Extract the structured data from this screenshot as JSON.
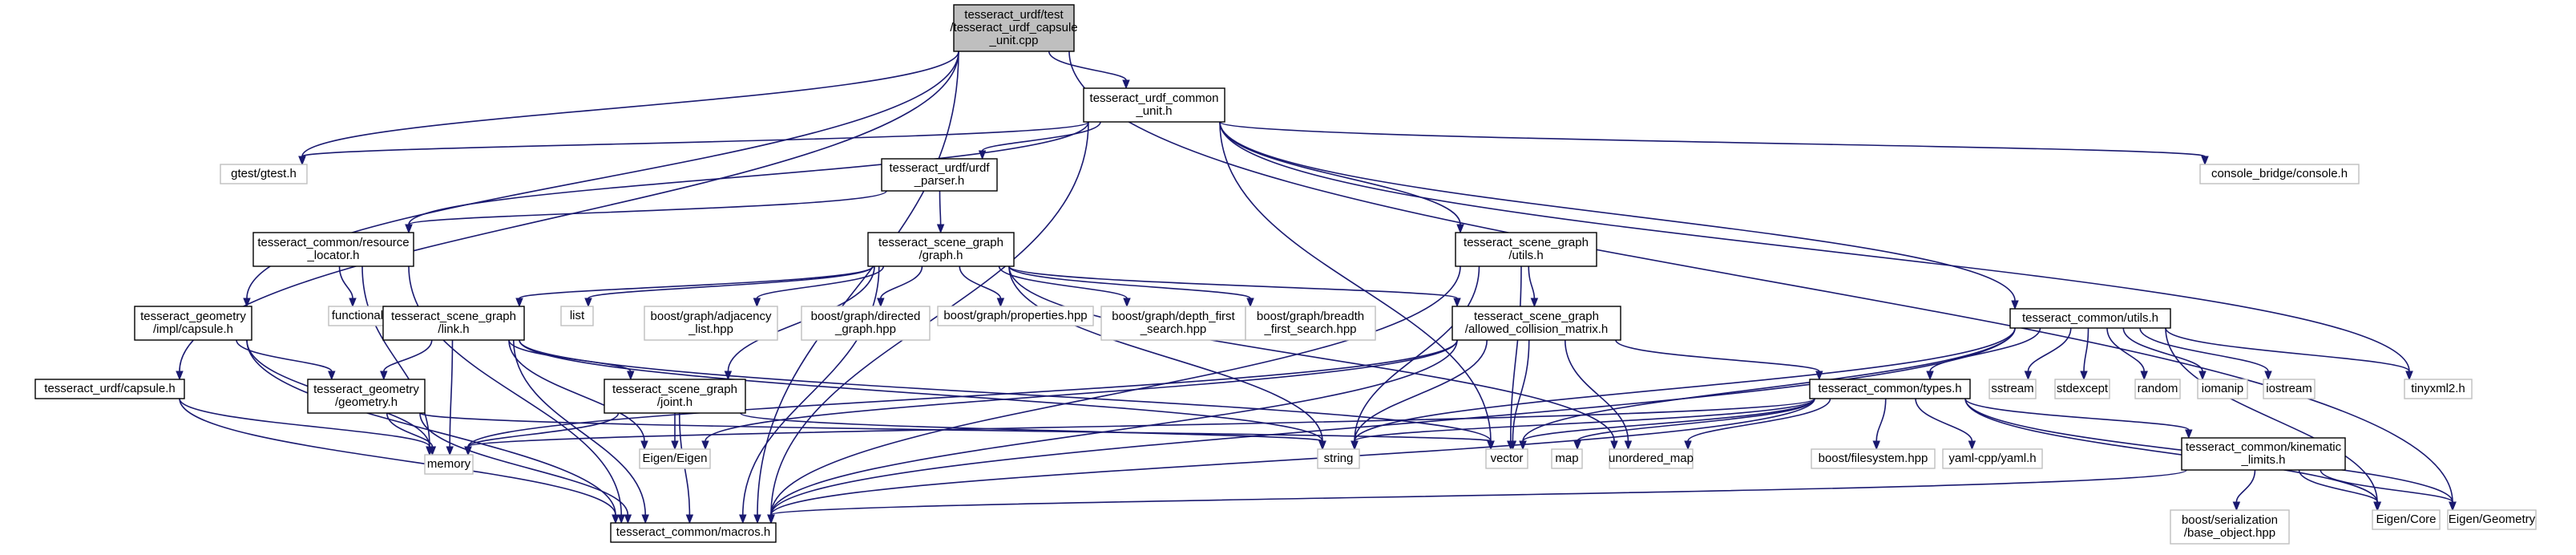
{
  "colors": {
    "edge": "#191970",
    "root_fill": "#bfbfbf",
    "root_stroke": "#000000",
    "node_fill": "#ffffff",
    "node_stroke": "#000000",
    "external_stroke": "#bfbfbf"
  },
  "nodes": [
    {
      "id": "root",
      "kind": "root",
      "lines": [
        "tesseract_urdf/test",
        "/tesseract_urdf_capsule",
        "_unit.cpp"
      ]
    },
    {
      "id": "common_unit",
      "kind": "file",
      "lines": [
        "tesseract_urdf_common",
        "_unit.h"
      ]
    },
    {
      "id": "gtest",
      "kind": "external",
      "lines": [
        "gtest/gtest.h"
      ]
    },
    {
      "id": "console_bridge",
      "kind": "external",
      "lines": [
        "console_bridge/console.h"
      ]
    },
    {
      "id": "urdf_parser",
      "kind": "file",
      "lines": [
        "tesseract_urdf/urdf",
        "_parser.h"
      ]
    },
    {
      "id": "resource_locator",
      "kind": "file",
      "lines": [
        "tesseract_common/resource",
        "_locator.h"
      ]
    },
    {
      "id": "graph",
      "kind": "file",
      "lines": [
        "tesseract_scene_graph",
        "/graph.h"
      ]
    },
    {
      "id": "sg_utils",
      "kind": "file",
      "lines": [
        "tesseract_scene_graph",
        "/utils.h"
      ]
    },
    {
      "id": "functional",
      "kind": "external",
      "lines": [
        "functional"
      ]
    },
    {
      "id": "geom_capsule_impl",
      "kind": "file",
      "lines": [
        "tesseract_geometry",
        "/impl/capsule.h"
      ]
    },
    {
      "id": "link",
      "kind": "file",
      "lines": [
        "tesseract_scene_graph",
        "/link.h"
      ]
    },
    {
      "id": "list",
      "kind": "external",
      "lines": [
        "list"
      ]
    },
    {
      "id": "adjacency_list",
      "kind": "external",
      "lines": [
        "boost/graph/adjacency",
        "_list.hpp"
      ]
    },
    {
      "id": "directed_graph",
      "kind": "external",
      "lines": [
        "boost/graph/directed",
        "_graph.hpp"
      ]
    },
    {
      "id": "properties",
      "kind": "external",
      "lines": [
        "boost/graph/properties.hpp"
      ]
    },
    {
      "id": "dfs",
      "kind": "external",
      "lines": [
        "boost/graph/depth_first",
        "_search.hpp"
      ]
    },
    {
      "id": "bfs",
      "kind": "external",
      "lines": [
        "boost/graph/breadth",
        "_first_search.hpp"
      ]
    },
    {
      "id": "acm",
      "kind": "file",
      "lines": [
        "tesseract_scene_graph",
        "/allowed_collision_matrix.h"
      ]
    },
    {
      "id": "common_utils",
      "kind": "file",
      "lines": [
        "tesseract_common/utils.h"
      ]
    },
    {
      "id": "urdf_capsule",
      "kind": "file",
      "lines": [
        "tesseract_urdf/capsule.h"
      ]
    },
    {
      "id": "geometry",
      "kind": "file",
      "lines": [
        "tesseract_geometry",
        "/geometry.h"
      ]
    },
    {
      "id": "joint",
      "kind": "file",
      "lines": [
        "tesseract_scene_graph",
        "/joint.h"
      ]
    },
    {
      "id": "types",
      "kind": "file",
      "lines": [
        "tesseract_common/types.h"
      ]
    },
    {
      "id": "sstream",
      "kind": "external",
      "lines": [
        "sstream"
      ]
    },
    {
      "id": "stdexcept",
      "kind": "external",
      "lines": [
        "stdexcept"
      ]
    },
    {
      "id": "random",
      "kind": "external",
      "lines": [
        "random"
      ]
    },
    {
      "id": "iomanip",
      "kind": "external",
      "lines": [
        "iomanip"
      ]
    },
    {
      "id": "iostream",
      "kind": "external",
      "lines": [
        "iostream"
      ]
    },
    {
      "id": "tinyxml2",
      "kind": "external",
      "lines": [
        "tinyxml2.h"
      ]
    },
    {
      "id": "memory",
      "kind": "external",
      "lines": [
        "memory"
      ]
    },
    {
      "id": "eigen",
      "kind": "external",
      "lines": [
        "Eigen/Eigen"
      ]
    },
    {
      "id": "string",
      "kind": "external",
      "lines": [
        "string"
      ]
    },
    {
      "id": "vector",
      "kind": "external",
      "lines": [
        "vector"
      ]
    },
    {
      "id": "map",
      "kind": "external",
      "lines": [
        "map"
      ]
    },
    {
      "id": "unordered_map",
      "kind": "external",
      "lines": [
        "unordered_map"
      ]
    },
    {
      "id": "filesystem",
      "kind": "external",
      "lines": [
        "boost/filesystem.hpp"
      ]
    },
    {
      "id": "yaml",
      "kind": "external",
      "lines": [
        "yaml-cpp/yaml.h"
      ]
    },
    {
      "id": "kinematic_limits",
      "kind": "file",
      "lines": [
        "tesseract_common/kinematic",
        "_limits.h"
      ]
    },
    {
      "id": "macros",
      "kind": "file",
      "lines": [
        "tesseract_common/macros.h"
      ]
    },
    {
      "id": "base_object",
      "kind": "external",
      "lines": [
        "boost/serialization",
        "/base_object.hpp"
      ]
    },
    {
      "id": "eigen_core",
      "kind": "external",
      "lines": [
        "Eigen/Core"
      ]
    },
    {
      "id": "eigen_geometry",
      "kind": "external",
      "lines": [
        "Eigen/Geometry"
      ]
    }
  ],
  "edges": [
    [
      "root",
      "common_unit"
    ],
    [
      "root",
      "gtest"
    ],
    [
      "root",
      "geom_capsule_impl"
    ],
    [
      "root",
      "urdf_capsule"
    ],
    [
      "root",
      "macros"
    ],
    [
      "root",
      "eigen_geometry"
    ],
    [
      "common_unit",
      "gtest"
    ],
    [
      "common_unit",
      "console_bridge"
    ],
    [
      "common_unit",
      "urdf_parser"
    ],
    [
      "common_unit",
      "resource_locator"
    ],
    [
      "common_unit",
      "sg_utils"
    ],
    [
      "common_unit",
      "common_utils"
    ],
    [
      "common_unit",
      "tinyxml2"
    ],
    [
      "common_unit",
      "vector"
    ],
    [
      "common_unit",
      "macros"
    ],
    [
      "urdf_parser",
      "resource_locator"
    ],
    [
      "urdf_parser",
      "graph"
    ],
    [
      "resource_locator",
      "functional"
    ],
    [
      "resource_locator",
      "memory"
    ],
    [
      "resource_locator",
      "macros"
    ],
    [
      "graph",
      "link"
    ],
    [
      "graph",
      "joint"
    ],
    [
      "graph",
      "list"
    ],
    [
      "graph",
      "adjacency_list"
    ],
    [
      "graph",
      "directed_graph"
    ],
    [
      "graph",
      "properties"
    ],
    [
      "graph",
      "dfs"
    ],
    [
      "graph",
      "bfs"
    ],
    [
      "graph",
      "acm"
    ],
    [
      "graph",
      "string"
    ],
    [
      "graph",
      "unordered_map"
    ],
    [
      "graph",
      "macros"
    ],
    [
      "sg_utils",
      "acm"
    ],
    [
      "sg_utils",
      "vector"
    ],
    [
      "sg_utils",
      "string"
    ],
    [
      "sg_utils",
      "macros"
    ],
    [
      "geom_capsule_impl",
      "geometry"
    ],
    [
      "geom_capsule_impl",
      "memory"
    ],
    [
      "geom_capsule_impl",
      "macros"
    ],
    [
      "link",
      "geometry"
    ],
    [
      "link",
      "joint"
    ],
    [
      "link",
      "memory"
    ],
    [
      "link",
      "eigen"
    ],
    [
      "link",
      "string"
    ],
    [
      "link",
      "vector"
    ],
    [
      "link",
      "macros"
    ],
    [
      "acm",
      "types"
    ],
    [
      "acm",
      "memory"
    ],
    [
      "acm",
      "eigen"
    ],
    [
      "acm",
      "string"
    ],
    [
      "acm",
      "vector"
    ],
    [
      "acm",
      "unordered_map"
    ],
    [
      "acm",
      "macros"
    ],
    [
      "common_utils",
      "types"
    ],
    [
      "common_utils",
      "sstream"
    ],
    [
      "common_utils",
      "stdexcept"
    ],
    [
      "common_utils",
      "random"
    ],
    [
      "common_utils",
      "iomanip"
    ],
    [
      "common_utils",
      "iostream"
    ],
    [
      "common_utils",
      "tinyxml2"
    ],
    [
      "common_utils",
      "string"
    ],
    [
      "common_utils",
      "vector"
    ],
    [
      "common_utils",
      "eigen_core"
    ],
    [
      "common_utils",
      "macros"
    ],
    [
      "urdf_capsule",
      "memory"
    ],
    [
      "urdf_capsule",
      "macros"
    ],
    [
      "geometry",
      "memory"
    ],
    [
      "geometry",
      "vector"
    ],
    [
      "geometry",
      "macros"
    ],
    [
      "joint",
      "memory"
    ],
    [
      "joint",
      "string"
    ],
    [
      "joint",
      "eigen"
    ],
    [
      "joint",
      "macros"
    ],
    [
      "types",
      "memory"
    ],
    [
      "types",
      "string"
    ],
    [
      "types",
      "vector"
    ],
    [
      "types",
      "map"
    ],
    [
      "types",
      "unordered_map"
    ],
    [
      "types",
      "filesystem"
    ],
    [
      "types",
      "yaml"
    ],
    [
      "types",
      "kinematic_limits"
    ],
    [
      "types",
      "eigen_core"
    ],
    [
      "types",
      "eigen_geometry"
    ],
    [
      "types",
      "macros"
    ],
    [
      "kinematic_limits",
      "base_object"
    ],
    [
      "kinematic_limits",
      "eigen_core"
    ],
    [
      "kinematic_limits",
      "eigen_geometry"
    ],
    [
      "kinematic_limits",
      "macros"
    ]
  ]
}
